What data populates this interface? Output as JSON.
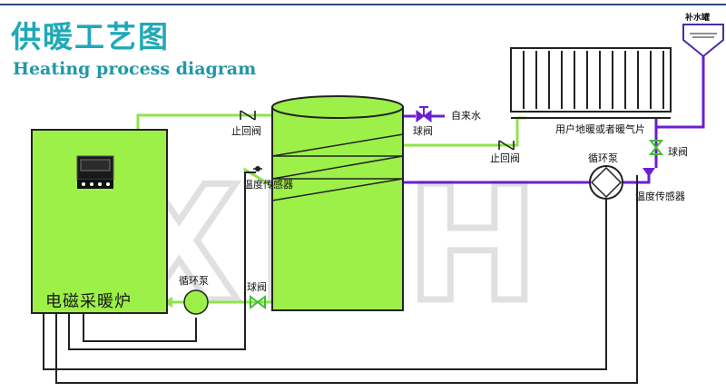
{
  "header": {
    "title_cn": "供暖工艺图",
    "title_en": "Heating process diagram"
  },
  "watermark": "XNH",
  "labels": {
    "check_valve_top": "止回阀",
    "check_valve_mid": "止回阀",
    "tap_water": "自来水",
    "ball_valve_tap": "球阀",
    "radiator": "用户地暖或者暖气片",
    "makeup_tank": "补水罐",
    "ball_valve_right": "球阀",
    "pump_right": "循环泵",
    "temp_sensor_right": "温度传感器",
    "temp_sensor_tank": "温度传感器",
    "boiler": "电磁采暖炉",
    "pump_left": "循环泵",
    "ball_valve_bottom": "球阀"
  },
  "colors": {
    "green_fill": "#9cf048",
    "green_pipe": "#8ee44a",
    "purple_pipe": "#6a1fd0",
    "dark_line": "#222222",
    "title": "#1fa9b8"
  },
  "icons": {
    "check_valve": "check-valve-icon",
    "ball_valve": "ball-valve-icon",
    "pump": "pump-icon",
    "sensor": "sensor-icon"
  }
}
